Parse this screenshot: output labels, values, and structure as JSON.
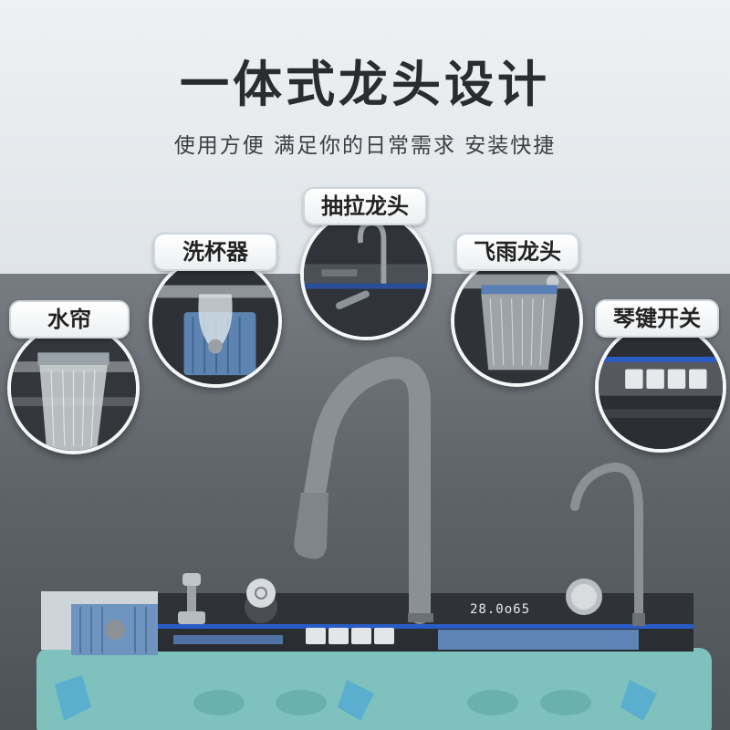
{
  "headline": "一体式龙头设计",
  "subline": "使用方便 满足你的日常需求 安装快捷",
  "features": {
    "waterfall": "水帘",
    "cup_washer": "洗杯器",
    "pullout": "抽拉龙头",
    "rain": "飞雨龙头",
    "piano_keys": "琴键开关"
  },
  "display_readout": "28.0o65",
  "colors": {
    "wall": "#5e6469",
    "panel": "#3a3d41",
    "accent_blue": "#2a5cc8",
    "sink_teal": "#6fb3b0"
  }
}
